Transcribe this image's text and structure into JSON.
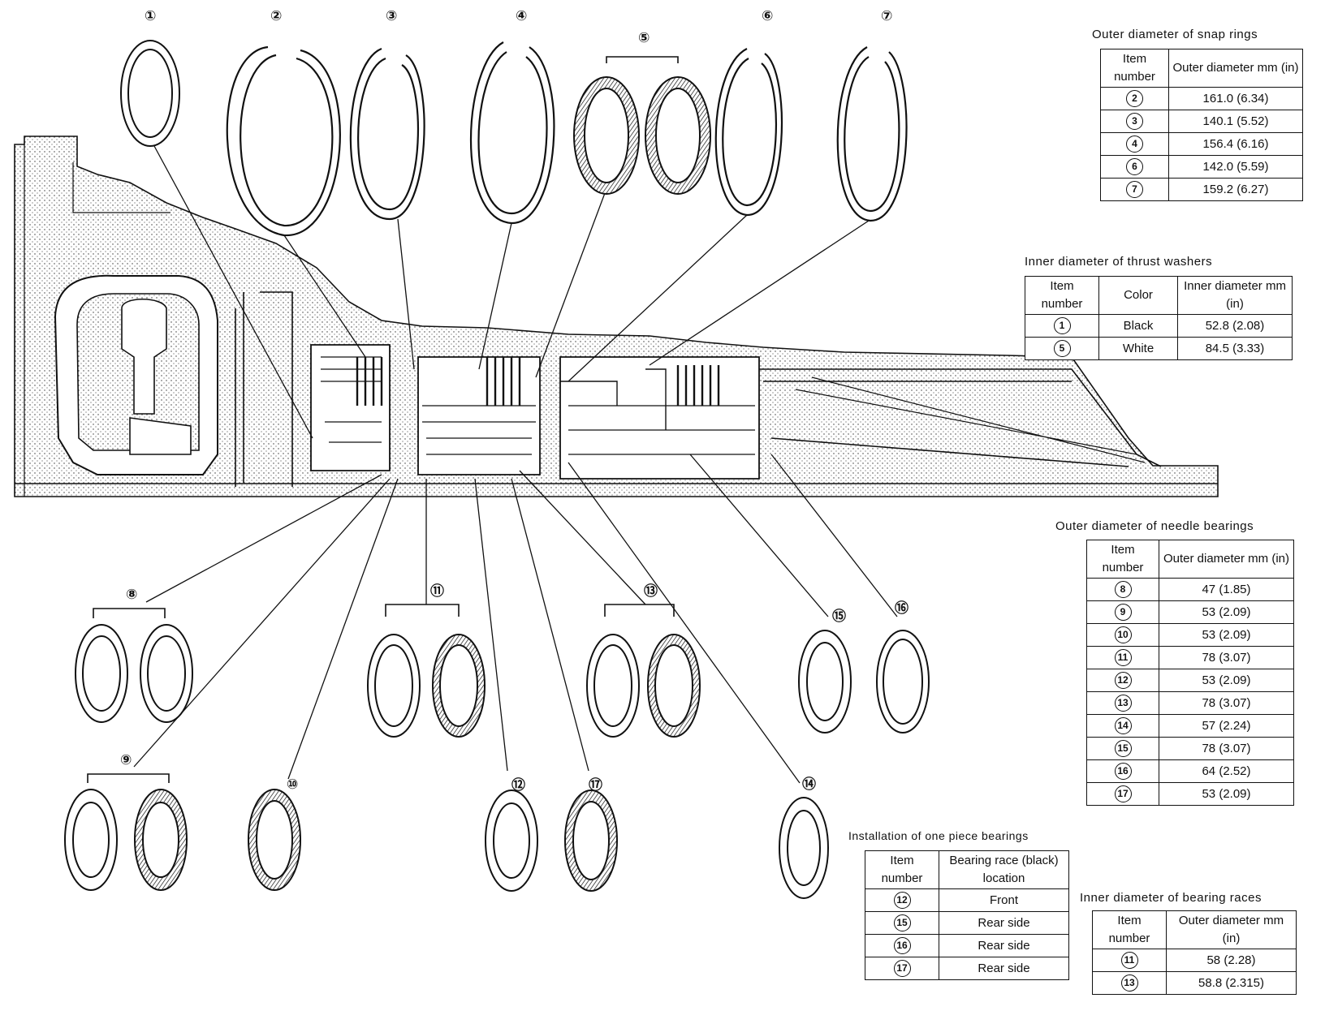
{
  "diagram": {
    "part_labels": [
      {
        "id": "1",
        "text": "①"
      },
      {
        "id": "2",
        "text": "②"
      },
      {
        "id": "3",
        "text": "③"
      },
      {
        "id": "4",
        "text": "④"
      },
      {
        "id": "5",
        "text": "⑤"
      },
      {
        "id": "6",
        "text": "⑥"
      },
      {
        "id": "7",
        "text": "⑦"
      },
      {
        "id": "8",
        "text": "⑧"
      },
      {
        "id": "9",
        "text": "⑨"
      },
      {
        "id": "10",
        "text": "⑩"
      },
      {
        "id": "11",
        "text": "⑪"
      },
      {
        "id": "12",
        "text": "⑫"
      },
      {
        "id": "13",
        "text": "⑬"
      },
      {
        "id": "14",
        "text": "⑭"
      },
      {
        "id": "15",
        "text": "⑮"
      },
      {
        "id": "16",
        "text": "⑯"
      },
      {
        "id": "17",
        "text": "⑰"
      }
    ]
  },
  "snap_rings": {
    "title": "Outer diameter of snap rings",
    "headers": [
      "Item number",
      "Outer diameter mm (in)"
    ],
    "rows": [
      {
        "item": "2",
        "value": "161.0 (6.34)"
      },
      {
        "item": "3",
        "value": "140.1 (5.52)"
      },
      {
        "item": "4",
        "value": "156.4 (6.16)"
      },
      {
        "item": "6",
        "value": "142.0 (5.59)"
      },
      {
        "item": "7",
        "value": "159.2 (6.27)"
      }
    ]
  },
  "thrust_washers": {
    "title": "Inner diameter of thrust washers",
    "headers": [
      "Item number",
      "Color",
      "Inner diameter mm (in)"
    ],
    "rows": [
      {
        "item": "1",
        "color": "Black",
        "value": "52.8 (2.08)"
      },
      {
        "item": "5",
        "color": "White",
        "value": "84.5 (3.33)"
      }
    ]
  },
  "needle_bearings": {
    "title": "Outer diameter of needle bearings",
    "headers": [
      "Item number",
      "Outer diameter mm (in)"
    ],
    "rows": [
      {
        "item": "8",
        "value": "47 (1.85)"
      },
      {
        "item": "9",
        "value": "53 (2.09)"
      },
      {
        "item": "10",
        "value": "53 (2.09)"
      },
      {
        "item": "11",
        "value": "78 (3.07)"
      },
      {
        "item": "12",
        "value": "53 (2.09)"
      },
      {
        "item": "13",
        "value": "78 (3.07)"
      },
      {
        "item": "14",
        "value": "57 (2.24)"
      },
      {
        "item": "15",
        "value": "78 (3.07)"
      },
      {
        "item": "16",
        "value": "64 (2.52)"
      },
      {
        "item": "17",
        "value": "53 (2.09)"
      }
    ]
  },
  "one_piece_bearings": {
    "title": "Installation of one piece bearings",
    "headers": [
      "Item number",
      "Bearing race (black) location"
    ],
    "rows": [
      {
        "item": "12",
        "value": "Front"
      },
      {
        "item": "15",
        "value": "Rear side"
      },
      {
        "item": "16",
        "value": "Rear side"
      },
      {
        "item": "17",
        "value": "Rear side"
      }
    ]
  },
  "bearing_races": {
    "title": "Inner diameter of bearing races",
    "headers": [
      "Item number",
      "Outer diameter mm (in)"
    ],
    "rows": [
      {
        "item": "11",
        "value": "58 (2.28)"
      },
      {
        "item": "13",
        "value": "58.8 (2.315)"
      }
    ]
  }
}
